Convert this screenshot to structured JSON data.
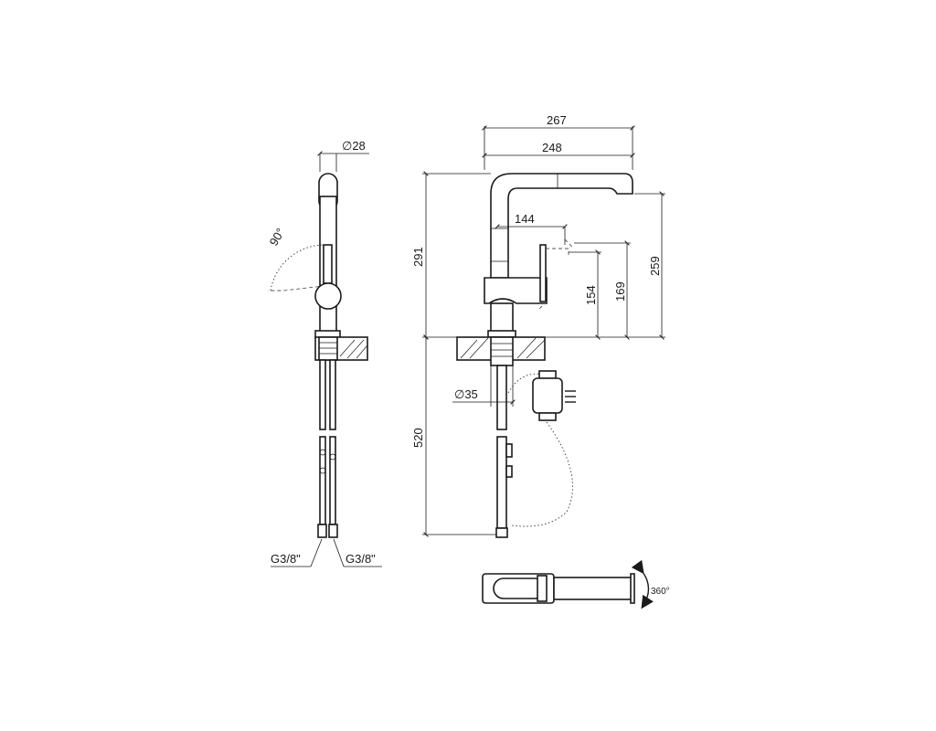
{
  "labels": {
    "dia_28": "∅28",
    "angle_90": "90°",
    "dim_267": "267",
    "dim_248": "248",
    "dim_144": "144",
    "dim_291": "291",
    "dim_154": "154",
    "dim_169": "169",
    "dim_259": "259",
    "dia_35": "∅35",
    "dim_520": "520",
    "thread_left": "G3/8\"",
    "thread_right": "G3/8\"",
    "rotation": "360°"
  }
}
